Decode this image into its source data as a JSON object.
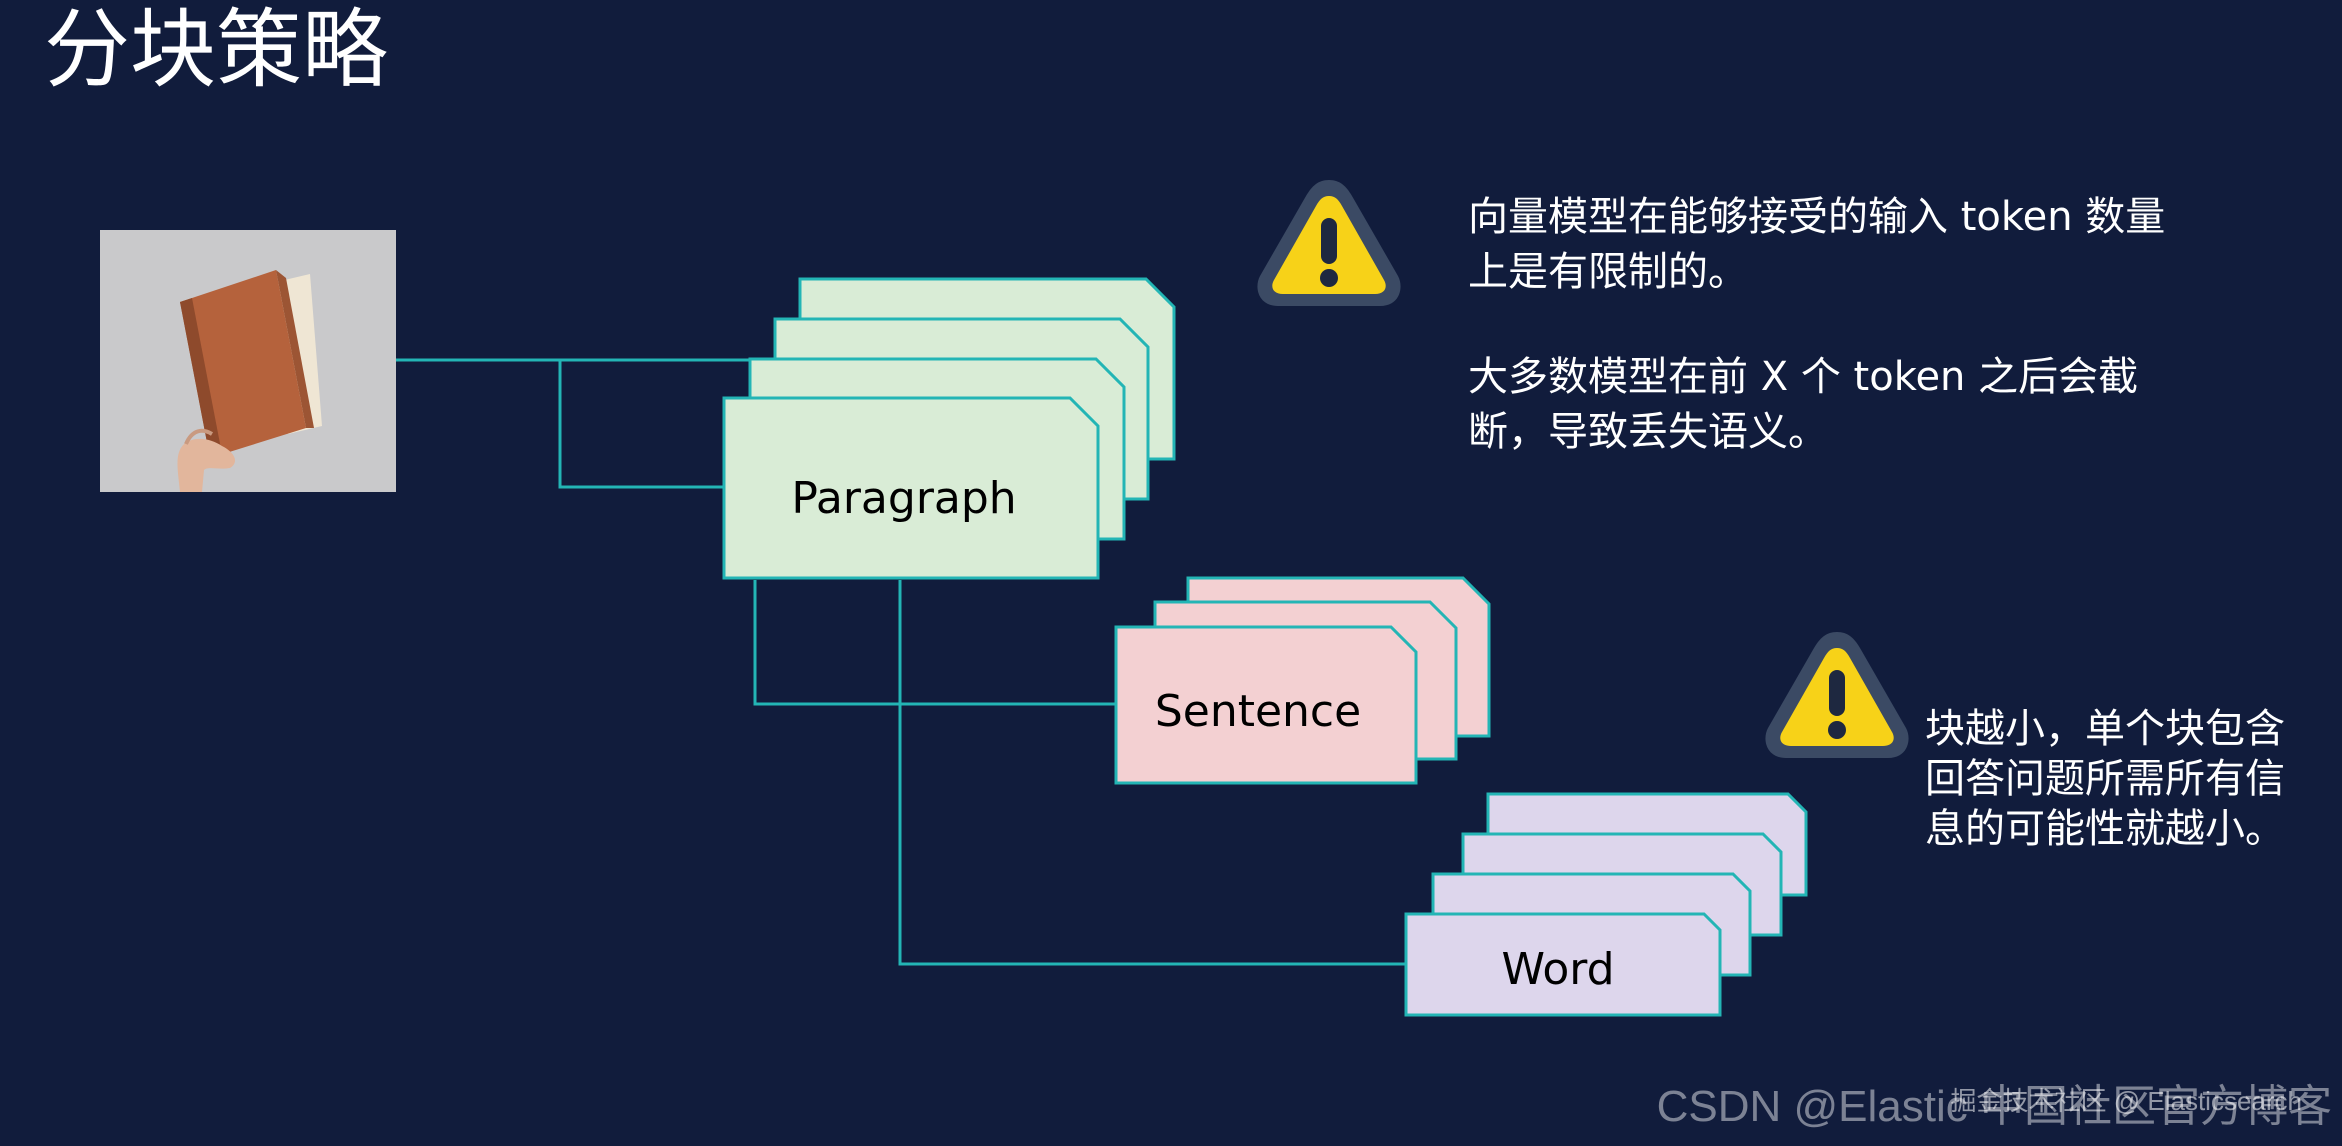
{
  "page": {
    "title": "分块策略"
  },
  "diagram": {
    "labels": {
      "paragraph": "Paragraph",
      "sentence": "Sentence",
      "word": "Word"
    },
    "colors": {
      "background": "#111c3c",
      "connector": "#23b5b5",
      "paragraph_fill": "#d9ecd6",
      "sentence_fill": "#f3d0d2",
      "word_fill": "#ddd6ec",
      "warning_fill": "#f7d218",
      "warning_ring": "#3b4a64"
    },
    "icons": {
      "book": "book-in-hand-icon",
      "warning": "warning-icon"
    }
  },
  "notes": {
    "note1": {
      "line1": "向量模型在能够接受的输入 token 数量",
      "line2": "上是有限制的。",
      "line3": "大多数模型在前 X 个 token 之后会截",
      "line4": "断，导致丢失语义。"
    },
    "note2": {
      "line1": "块越小，单个块包含",
      "line2": "回答问题所需所有信",
      "line3": "息的可能性就越小。"
    }
  },
  "watermark": {
    "text": "CSDN @Elastic 中国社区官方博客",
    "secondary": "掘金技术社区 @ Elasticsearch"
  }
}
